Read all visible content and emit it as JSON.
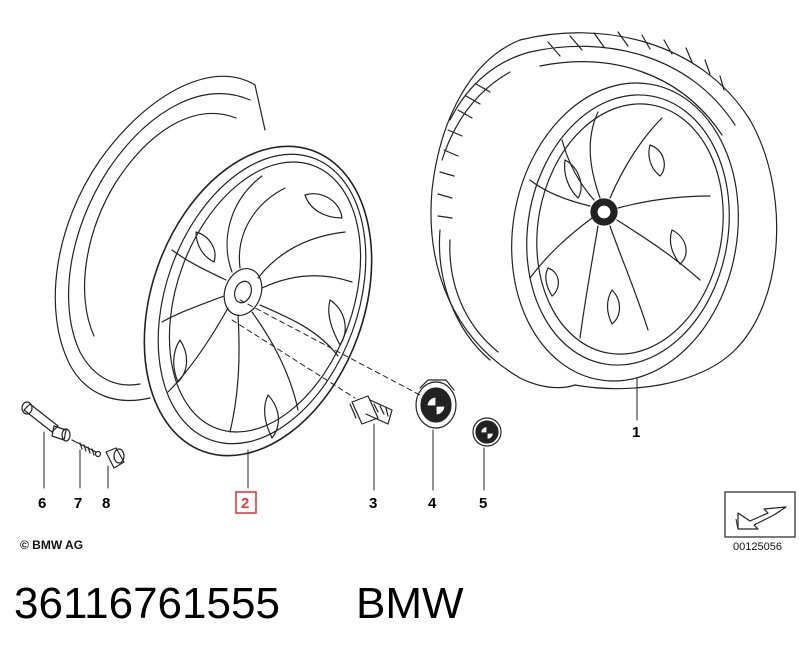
{
  "callouts": {
    "c1": "1",
    "c2": "2",
    "c3": "3",
    "c4": "4",
    "c5": "5",
    "c6": "6",
    "c7": "7",
    "c8": "8"
  },
  "highlighted_callout": "2",
  "highlight_color": "#e23b3b",
  "copyright": "© BMW AG",
  "reference_number": "00125056",
  "part_number": "36116761555",
  "brand": "BMW"
}
